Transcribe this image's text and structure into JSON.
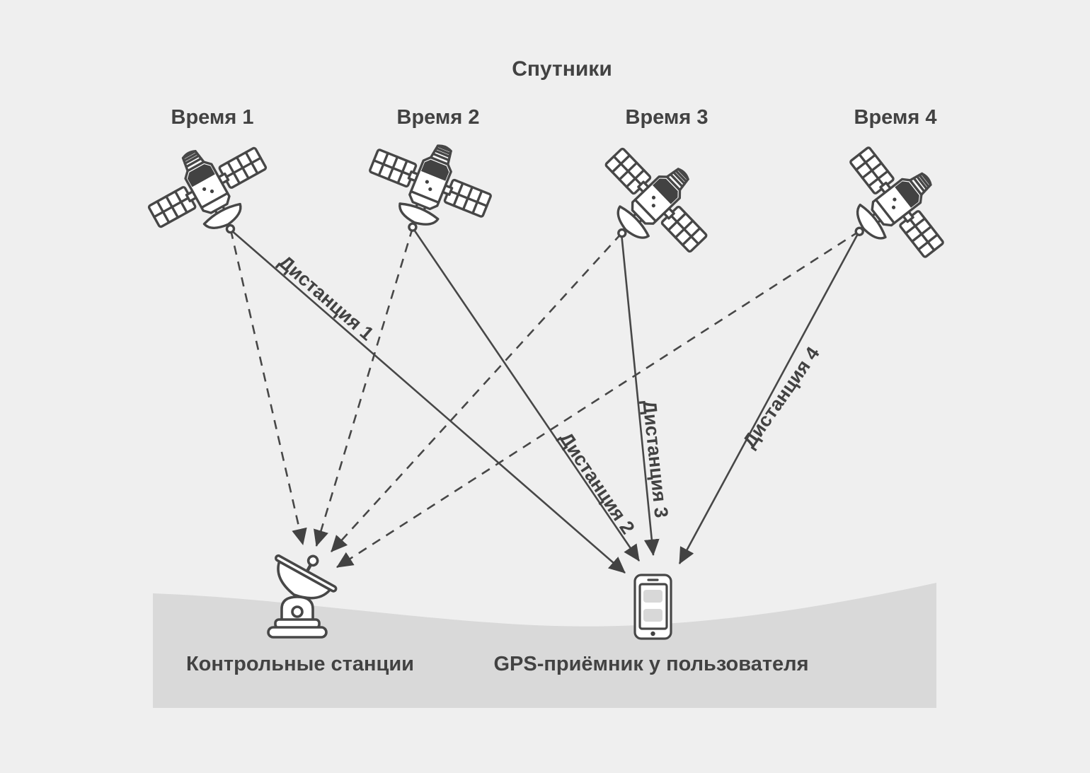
{
  "title": "Спутники",
  "satellites": [
    {
      "time_label": "Время 1"
    },
    {
      "time_label": "Время 2"
    },
    {
      "time_label": "Время 3"
    },
    {
      "time_label": "Время 4"
    }
  ],
  "links": [
    {
      "distance_label": "Дистанция 1"
    },
    {
      "distance_label": "Дистанция 2"
    },
    {
      "distance_label": "Дистанция 3"
    },
    {
      "distance_label": "Дистанция 4"
    }
  ],
  "ground_station": {
    "label": "Контрольные станции"
  },
  "receiver": {
    "label": "GPS-приёмник у пользователя"
  },
  "colors": {
    "background": "#efefef",
    "ground": "#d9d9d9",
    "stroke": "#474747",
    "text": "#424242",
    "icon_fill": "#ffffff",
    "screen_block": "#d8d8d8"
  }
}
